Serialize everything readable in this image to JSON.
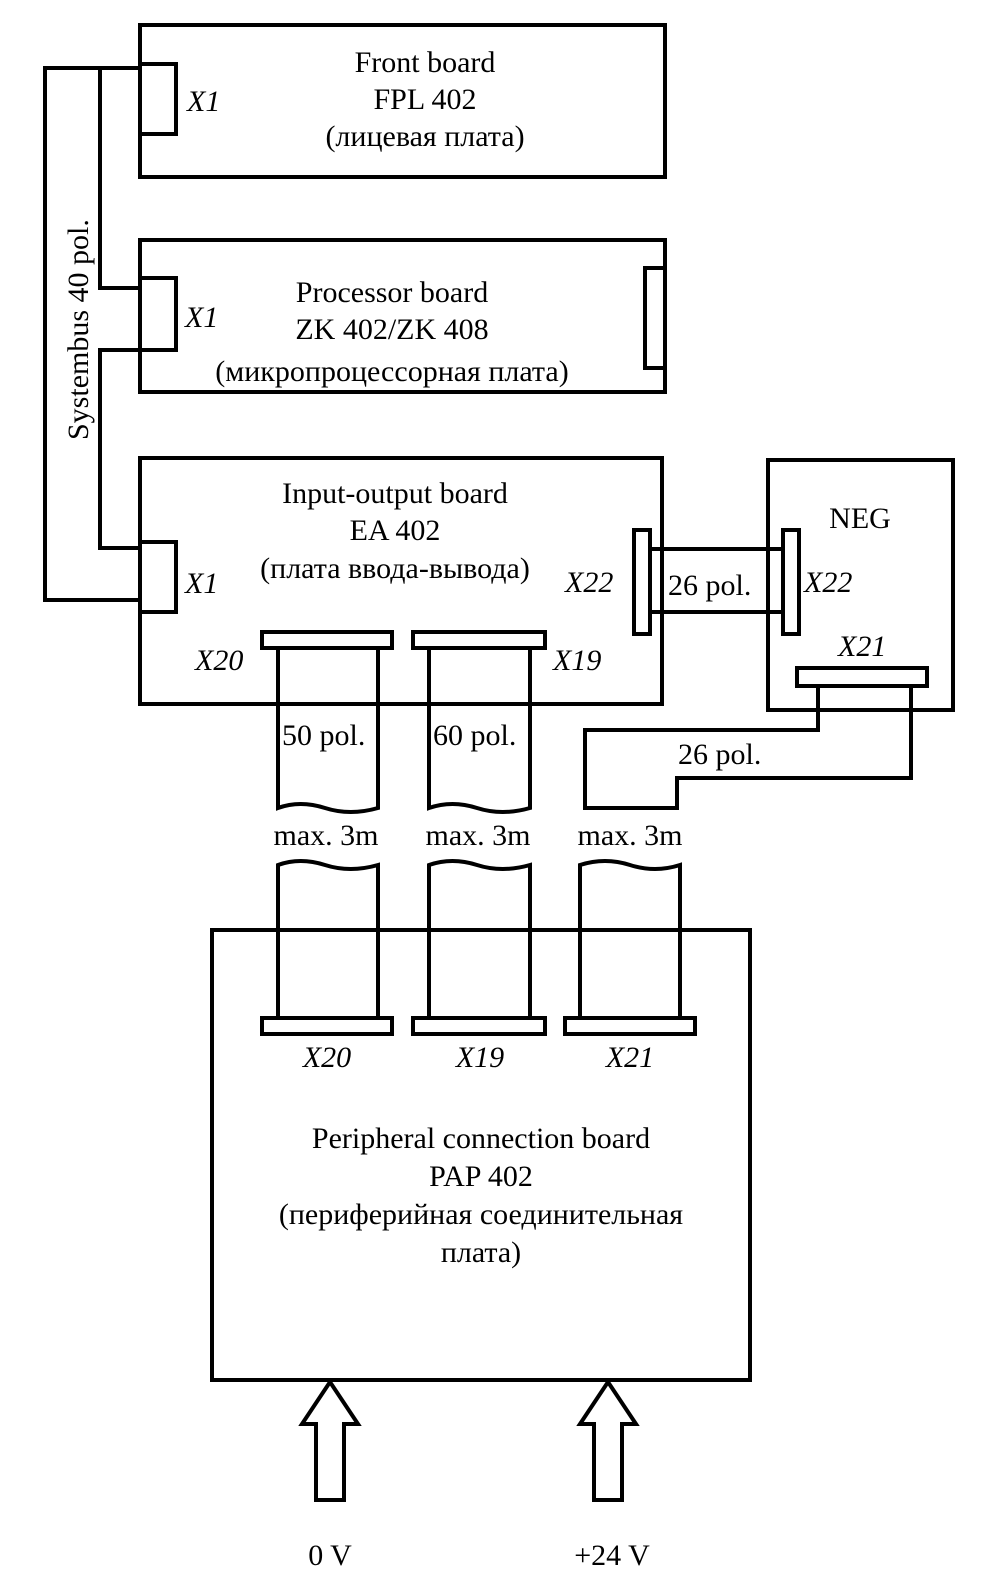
{
  "boards": {
    "front": {
      "line1": "Front board",
      "line2": "FPL 402",
      "line3": "(лицевая плата)"
    },
    "processor": {
      "line1": "Processor board",
      "line2": "ZK 402/ZK 408",
      "line3": "(микропроцессорная плата)"
    },
    "io": {
      "line1": "Input-output board",
      "line2": "EA 402",
      "line3": "(плата ввода-вывода)"
    },
    "neg": {
      "label": "NEG"
    },
    "peripheral": {
      "line1": "Peripheral connection board",
      "line2": "PAP 402",
      "line3": "(периферийная соединительная",
      "line4": "плата)"
    }
  },
  "connectors": {
    "x1": "X1",
    "x22": "X22",
    "x20": "X20",
    "x19": "X19",
    "x21": "X21"
  },
  "cables": {
    "systembus": "Systembus 40 pol.",
    "c26a": "26 pol.",
    "c50": "50 pol.",
    "c60": "60 pol.",
    "c26b": "26 pol.",
    "max1": "max. 3m",
    "max2": "max. 3m",
    "max3": "max. 3m"
  },
  "power": {
    "left": "0 V",
    "right": "+24 V"
  }
}
